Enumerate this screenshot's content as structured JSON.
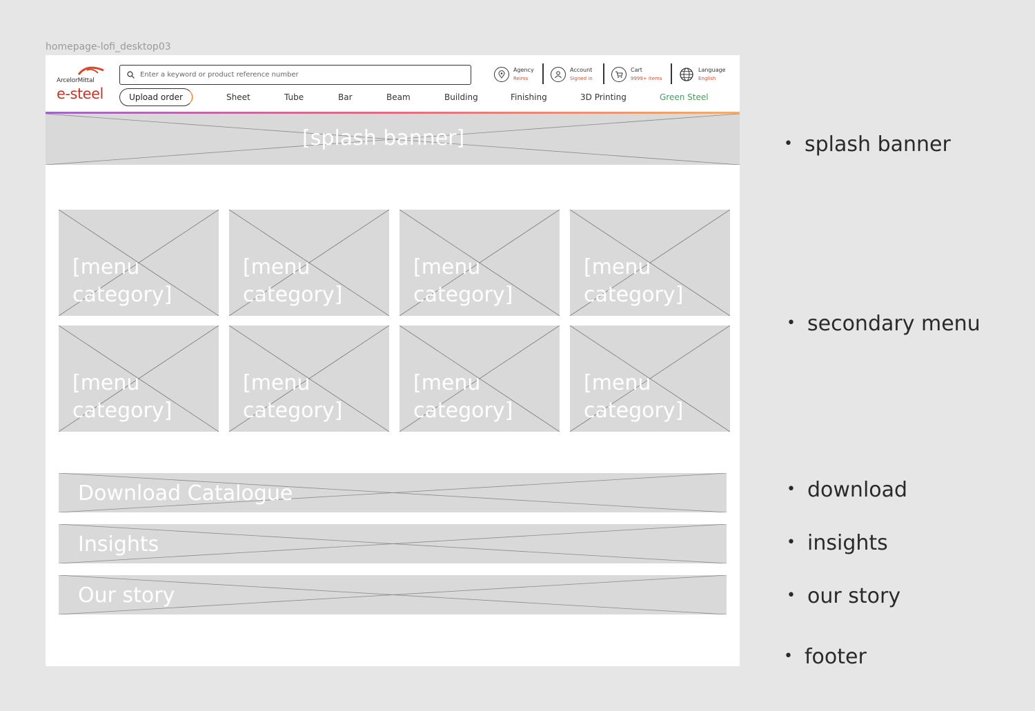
{
  "frame_label": "homepage-lofi_desktop03",
  "header": {
    "logo_brand": "ArcelorMittal",
    "logo_name": "e-steel",
    "search_placeholder": "Enter a keyword or product reference number",
    "upload_label": "Upload order",
    "utilities": [
      {
        "icon": "location-pin-icon",
        "title": "Agency",
        "sub": "Reims"
      },
      {
        "icon": "user-icon",
        "title": "Account",
        "sub": "Signed in"
      },
      {
        "icon": "cart-icon",
        "title": "Cart",
        "sub": "9999+ items"
      },
      {
        "icon": "globe-icon",
        "title": "Language",
        "sub": "English"
      }
    ],
    "nav": [
      "Sheet",
      "Tube",
      "Bar",
      "Beam",
      "Building",
      "Finishing",
      "3D Printing",
      "Green Steel"
    ],
    "accent_gradient": [
      "#8b4cbc",
      "#e0506a",
      "#f0a050"
    ],
    "green_steel_color": "#4a9a5e"
  },
  "banner": {
    "label": "[splash banner]"
  },
  "categories": [
    "[menu category]",
    "[menu category]",
    "[menu category]",
    "[menu category]",
    "[menu category]",
    "[menu category]",
    "[menu category]",
    "[menu category]"
  ],
  "strips": [
    "Download Catalogue",
    "Insights",
    "Our story"
  ],
  "annotations": [
    "splash banner",
    "secondary menu",
    "download",
    "insights",
    "our story",
    "footer"
  ]
}
